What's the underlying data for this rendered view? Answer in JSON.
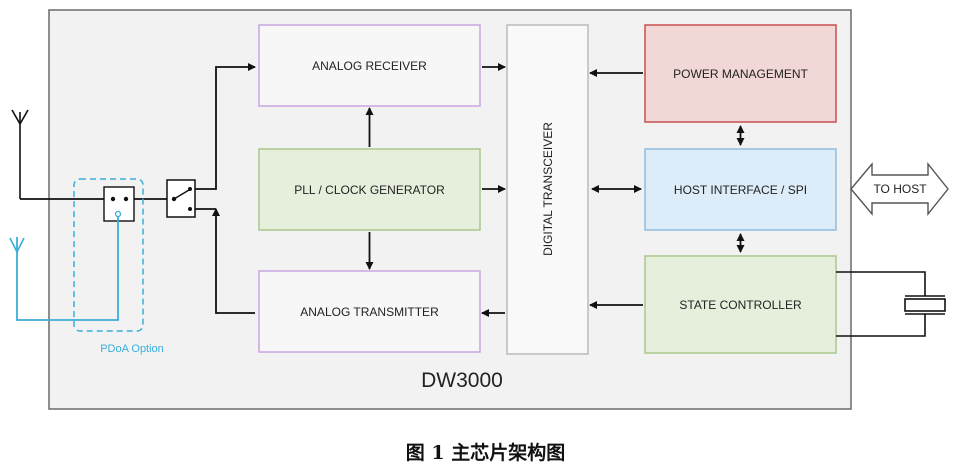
{
  "chip_name": "DW3000",
  "blocks": {
    "analog_receiver": "ANALOG RECEIVER",
    "pll_clock_generator": "PLL / CLOCK GENERATOR",
    "analog_transmitter": "ANALOG TRANSMITTER",
    "digital_transceiver": "DIGITAL TRANSCEIVER",
    "power_management": "POWER MANAGEMENT",
    "host_interface": "HOST INTERFACE / SPI",
    "state_controller": "STATE CONTROLLER"
  },
  "to_host": "TO HOST",
  "pdoa_option": "PDoA Option",
  "caption": "图 1  主芯片架构图",
  "colors": {
    "receiver_border": "#c9a6e0",
    "pll_fill": "#e6efdc",
    "pll_border": "#a9c88c",
    "power_fill": "#f2d7d7",
    "power_border": "#c85050",
    "host_fill": "#dcecf8",
    "host_border": "#8fbde0",
    "pdoa": "#3aaed8"
  }
}
